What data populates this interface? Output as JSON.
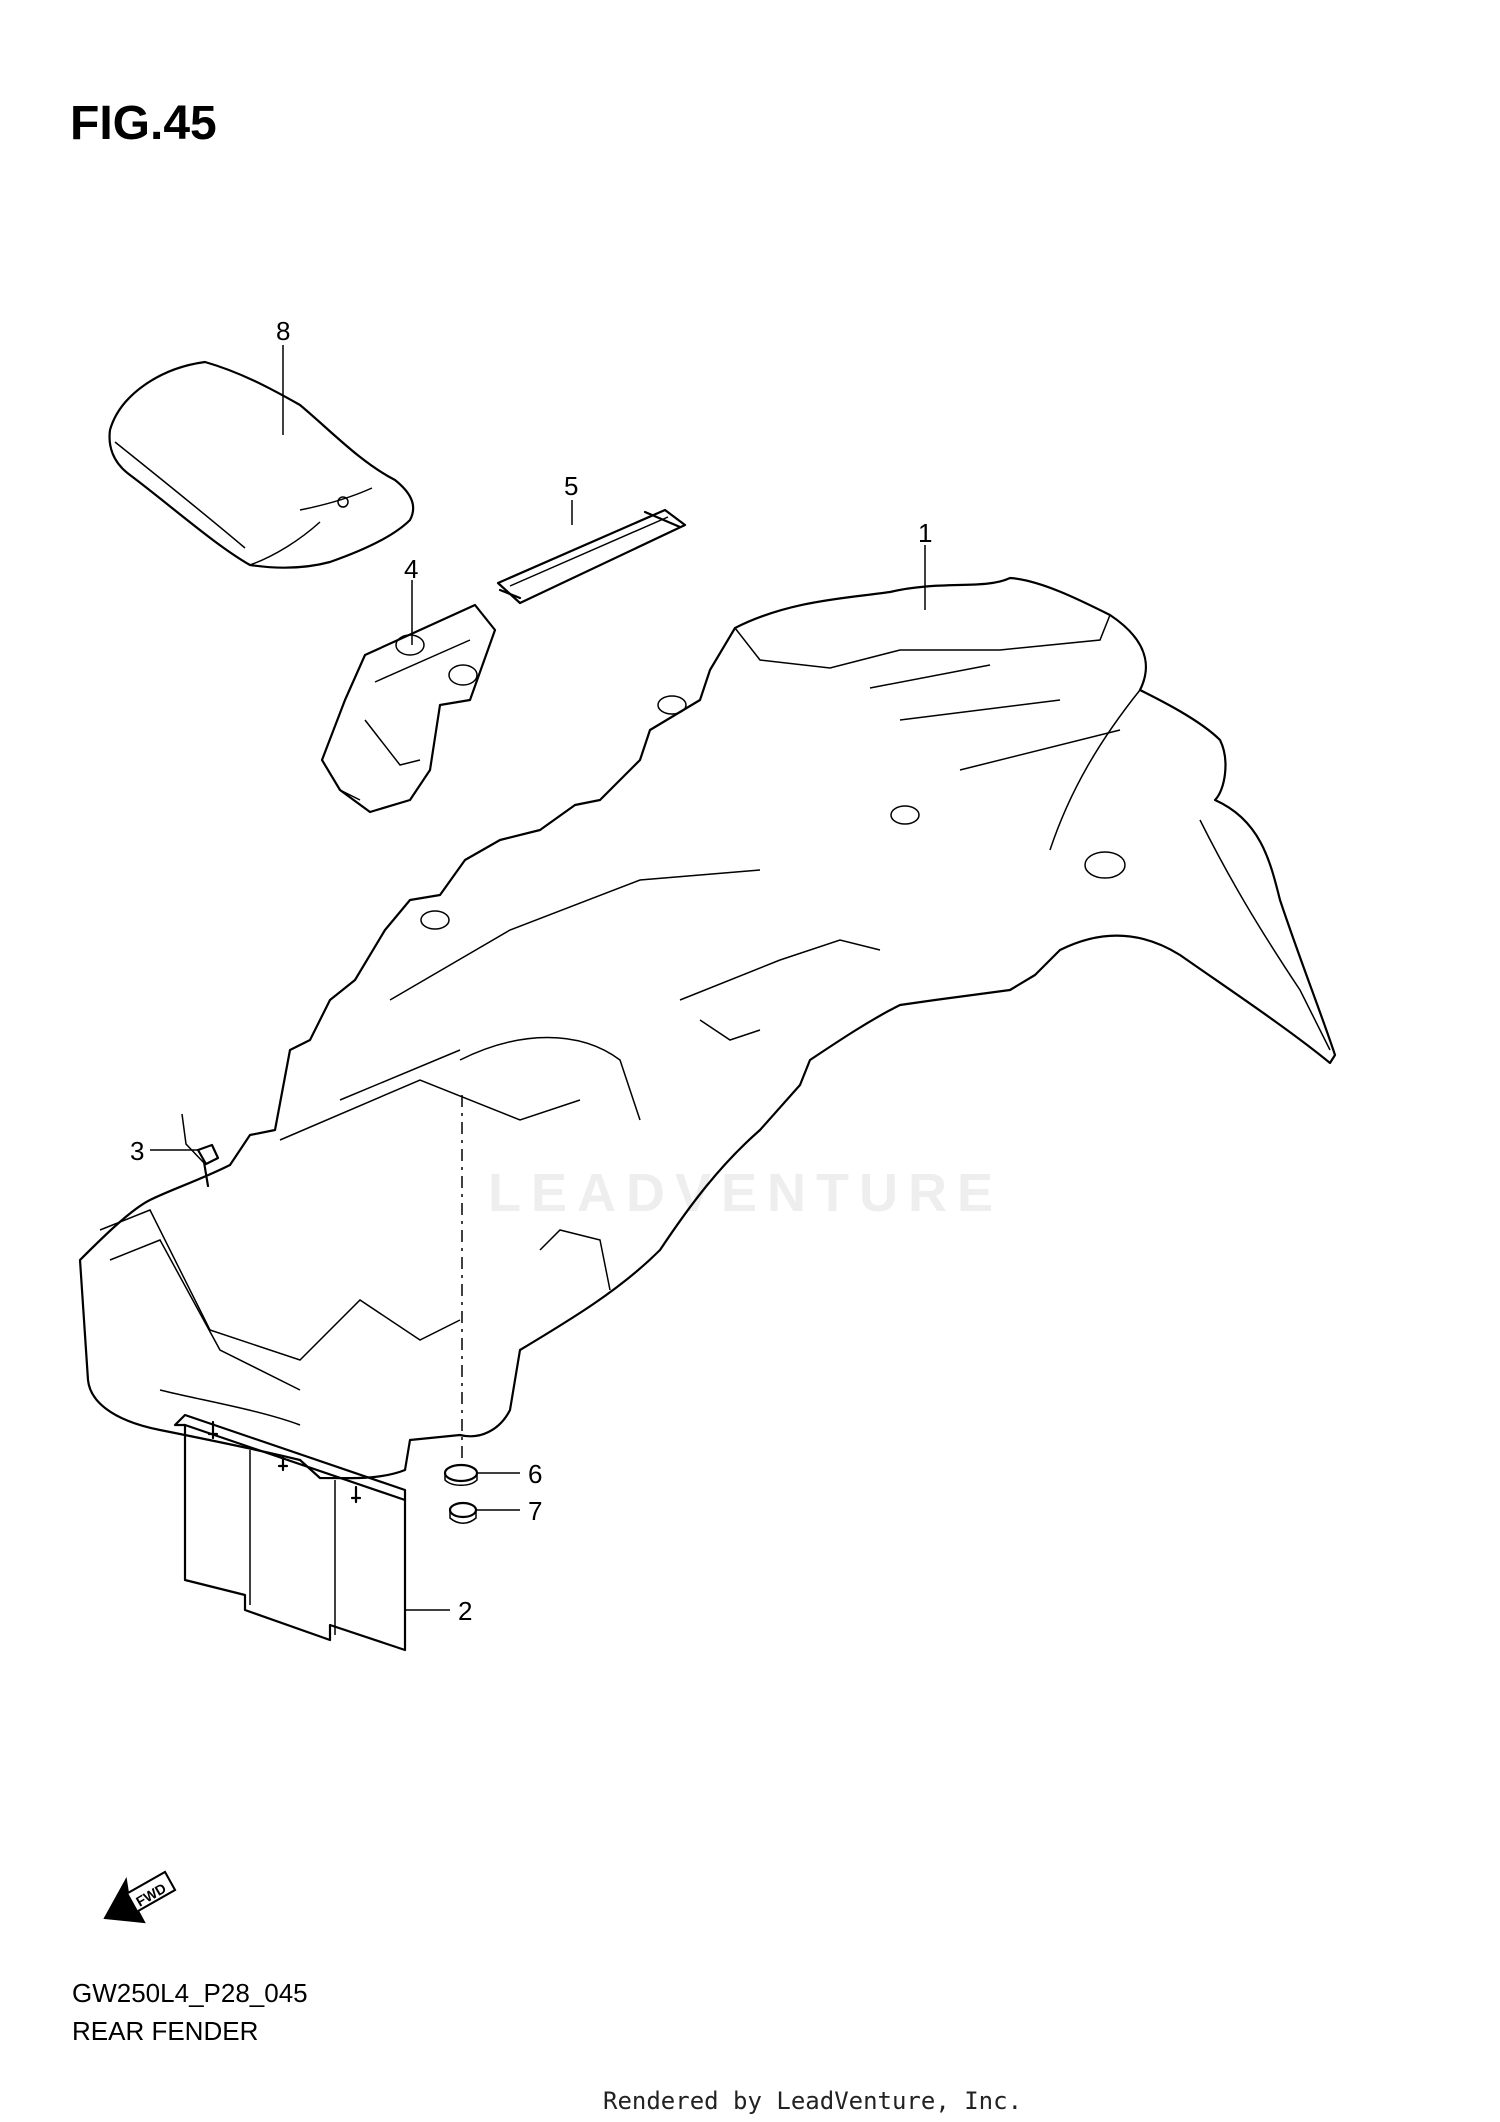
{
  "figure": {
    "title": "FIG.45",
    "code": "GW250L4_P28_045",
    "name": "REAR FENDER"
  },
  "watermark": "LEADVENTURE",
  "footer": "Rendered by LeadVenture, Inc.",
  "fwd_label": "FWD",
  "callouts": [
    "1",
    "2",
    "3",
    "4",
    "5",
    "6",
    "7",
    "8"
  ]
}
